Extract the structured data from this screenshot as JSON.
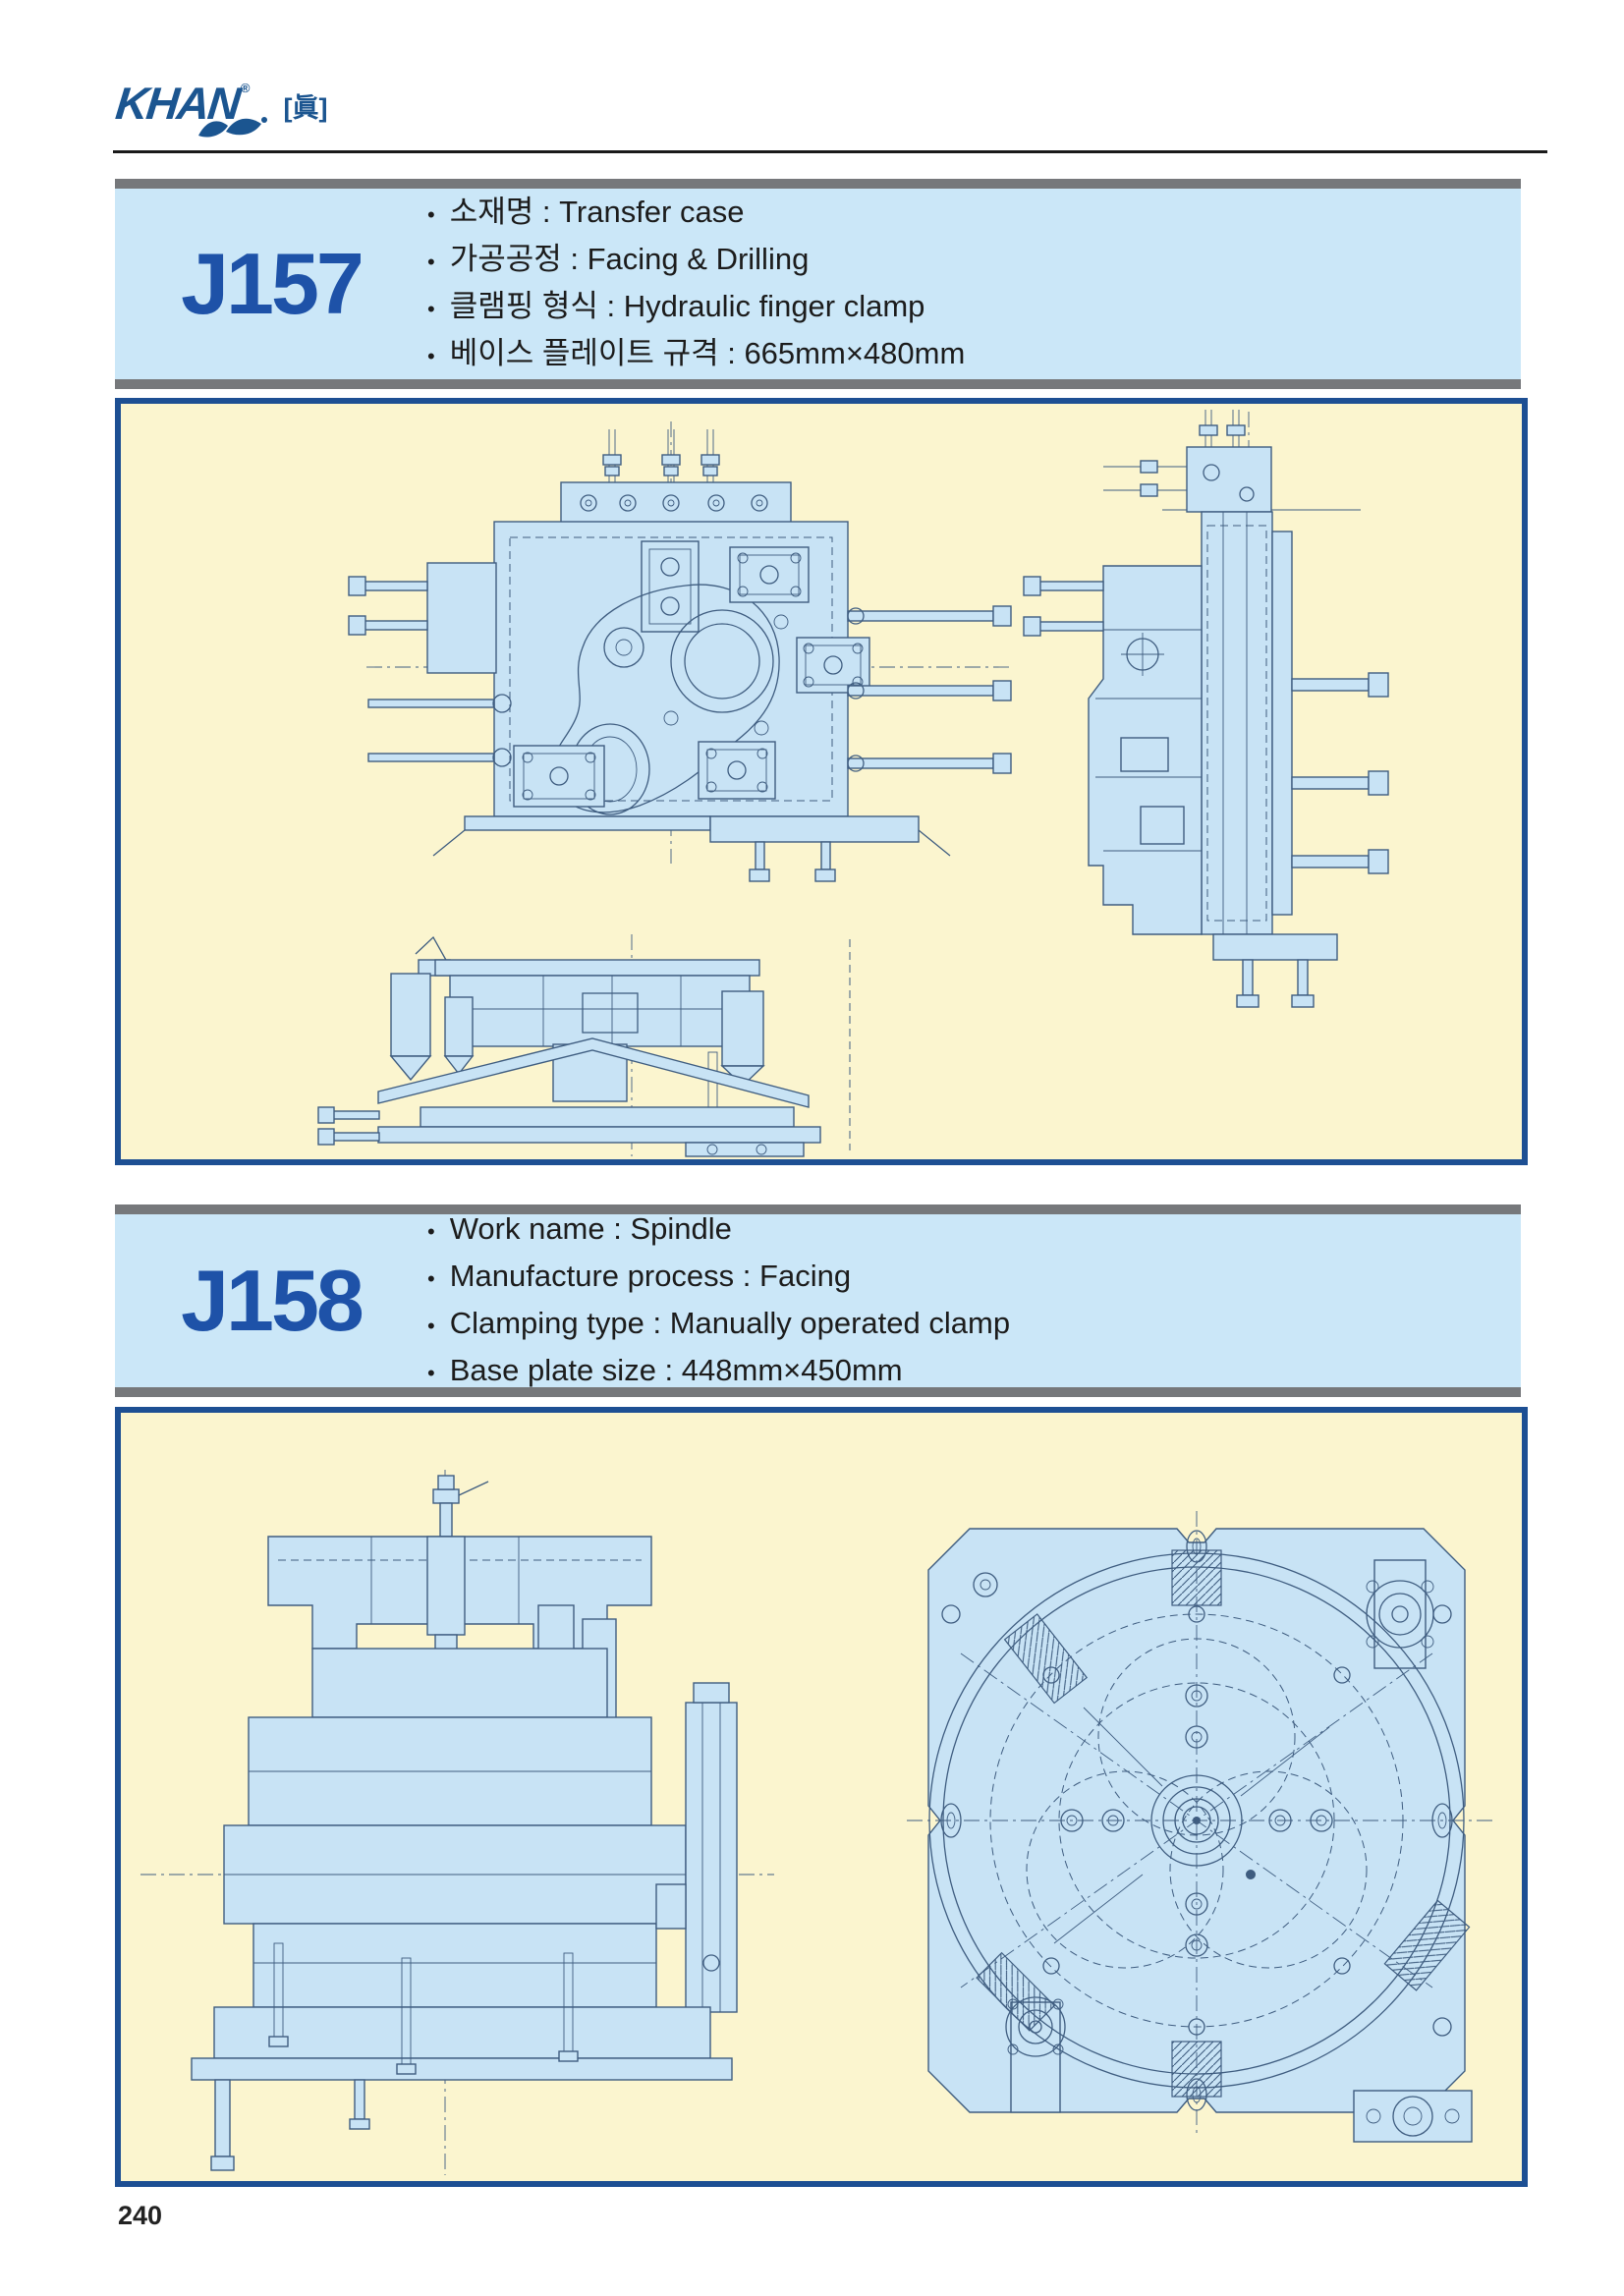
{
  "brand": {
    "logo_text": "KHAN",
    "registered_mark": "®",
    "logo_bracket": "[眞]"
  },
  "ui": {
    "bullet": "•"
  },
  "sections": [
    {
      "code": "J157",
      "specs": [
        "소재명 : Transfer case",
        "가공공정 : Facing & Drilling",
        "클램핑 형식 : Hydraulic finger clamp",
        "베이스 플레이트 규격 : 665mm×480mm"
      ]
    },
    {
      "code": "J158",
      "specs": [
        "Work name : Spindle",
        "Manufacture process : Facing",
        "Clamping type : Manually operated clamp",
        "Base plate size : 448mm×450mm"
      ]
    }
  ],
  "footer": {
    "page_number": "240"
  },
  "colors": {
    "header_bg": "#cbe7f8",
    "bar_gray": "#76787b",
    "code_blue": "#1e52a8",
    "panel_border": "#1d4f93",
    "panel_bg": "#fbf5cf",
    "drawing_fill": "#c8e3f5",
    "drawing_line": "#3f5d80",
    "logo_blue": "#1b5590"
  }
}
